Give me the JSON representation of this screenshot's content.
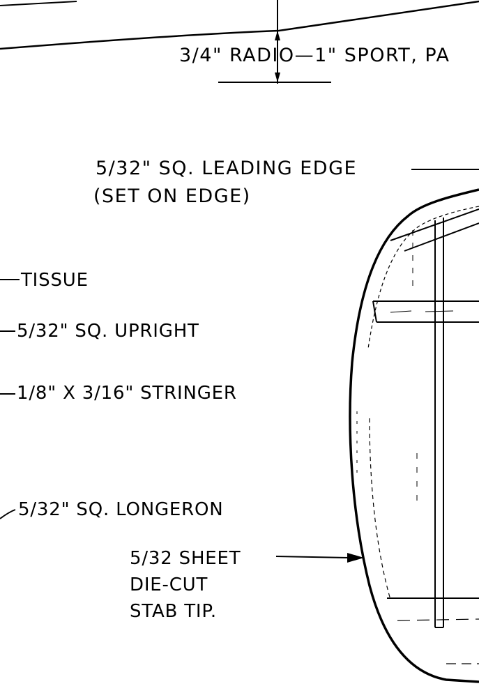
{
  "annotations": {
    "clearance": "3/4\" RADIO—1\" SPORT, PA",
    "leading_edge_line1": "5/32\" SQ. LEADING EDGE",
    "leading_edge_line2": "(SET ON EDGE)",
    "tissue": "TISSUE",
    "upright": "5/32\" SQ. UPRIGHT",
    "stringer": "1/8\" X 3/16\" STRINGER",
    "longeron": "5/32\" SQ. LONGERON",
    "sheet_line1": "5/32 SHEET",
    "sheet_line2": "DIE-CUT",
    "sheet_line3": "STAB TIP."
  }
}
